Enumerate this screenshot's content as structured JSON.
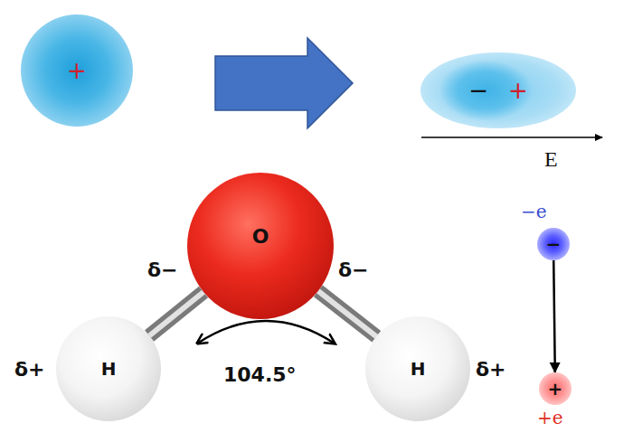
{
  "diagram": {
    "nodes": [
      {
        "text": [
          "+"
        ]
      },
      {
        "text": [
          "−",
          "+"
        ]
      },
      {
        "text": [
          "O"
        ]
      },
      {
        "text": [
          "H"
        ]
      },
      {
        "text": [
          "H"
        ]
      },
      {
        "text": [
          "−"
        ]
      },
      {
        "text": [
          "+"
        ]
      }
    ],
    "edges": [
      {
        "from": 0,
        "to": 1,
        "arrow": "to"
      },
      {
        "from": 2,
        "to": 3,
        "arrow": "none"
      },
      {
        "from": 2,
        "to": 4,
        "arrow": "none"
      },
      {
        "from": 5,
        "to": 6,
        "arrow": "to"
      }
    ],
    "labels": [
      "E",
      "δ−",
      "δ−",
      "δ+",
      "δ+",
      "104.5°",
      "−e",
      "+e"
    ]
  }
}
